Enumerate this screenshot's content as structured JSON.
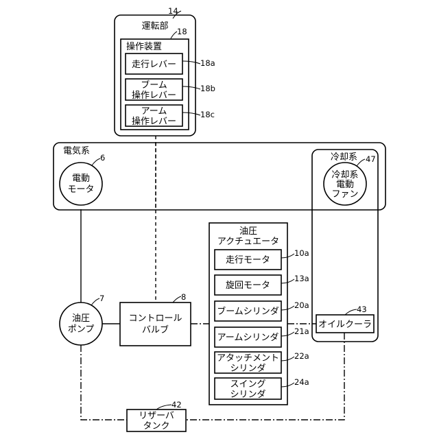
{
  "operation_unit": {
    "title": "運転部",
    "ref": "14"
  },
  "control_device": {
    "title": "操作装置",
    "ref": "18"
  },
  "levers": [
    {
      "lines": [
        "走行レバー"
      ],
      "ref": "18a"
    },
    {
      "lines": [
        "ブーム",
        "操作レバー"
      ],
      "ref": "18b"
    },
    {
      "lines": [
        "アーム",
        "操作レバー"
      ],
      "ref": "18c"
    }
  ],
  "electric_system": {
    "title": "電気系"
  },
  "motor": {
    "lines": [
      "電動",
      "モータ"
    ],
    "ref": "6"
  },
  "cooling_system": {
    "title": "冷却系"
  },
  "fan": {
    "lines": [
      "冷却系",
      "電動",
      "ファン"
    ],
    "ref": "47"
  },
  "actuator_group": {
    "lines": [
      "油圧",
      "アクチュエータ"
    ]
  },
  "actuators": [
    {
      "lines": [
        "走行モータ"
      ],
      "ref": "10a"
    },
    {
      "lines": [
        "旋回モータ"
      ],
      "ref": "13a"
    },
    {
      "lines": [
        "ブームシリンダ"
      ],
      "ref": "20a"
    },
    {
      "lines": [
        "アームシリンダ"
      ],
      "ref": "21a"
    },
    {
      "lines": [
        "アタッチメント",
        "シリンダ"
      ],
      "ref": "22a"
    },
    {
      "lines": [
        "スイング",
        "シリンダ"
      ],
      "ref": "24a"
    }
  ],
  "pump": {
    "lines": [
      "油圧",
      "ポンプ"
    ],
    "ref": "7"
  },
  "control_valve": {
    "lines": [
      "コントロール",
      "バルブ"
    ],
    "ref": "8"
  },
  "oil_cooler": {
    "lines": [
      "オイルクーラ"
    ],
    "ref": "43"
  },
  "tank": {
    "lines": [
      "リザーバ",
      "タンク"
    ],
    "ref": "42"
  }
}
